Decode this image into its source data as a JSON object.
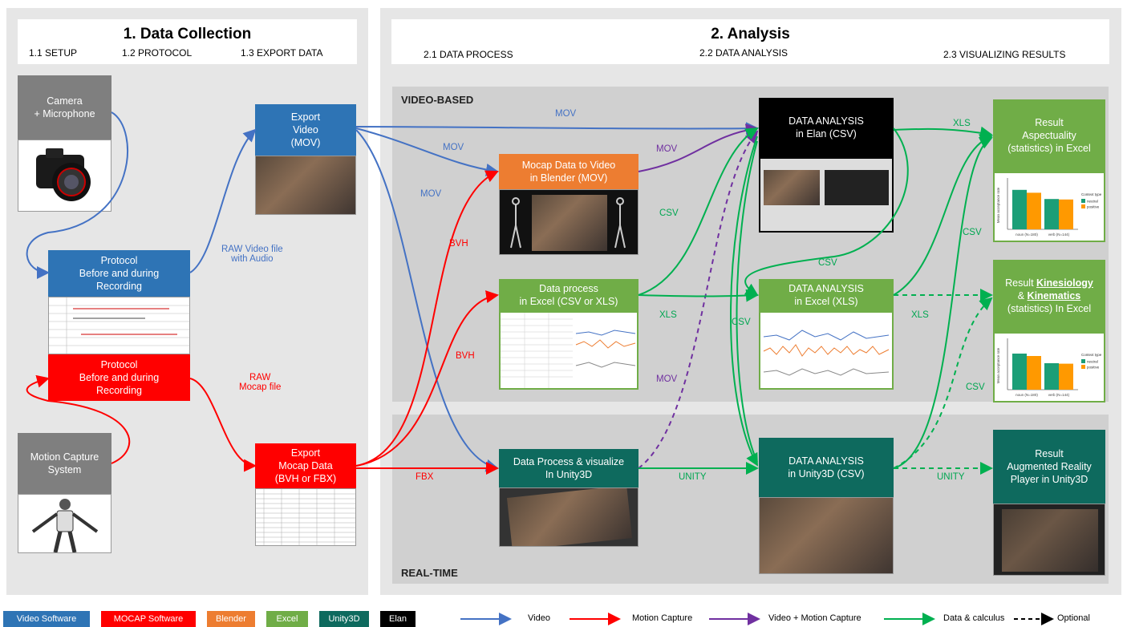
{
  "section1": {
    "title": "1. Data Collection",
    "steps": [
      "1.1 SETUP",
      "1.2 PROTOCOL",
      "1.3 EXPORT DATA"
    ]
  },
  "section2": {
    "title": "2. Analysis",
    "steps": [
      "2.1 DATA PROCESS",
      "2.2 DATA ANALYSIS",
      "2.3 VISUALIZING  RESULTS"
    ]
  },
  "zones": {
    "video": "VIDEO-BASED",
    "realtime": "REAL-TIME"
  },
  "boxes": {
    "camera": "Camera\n+ Microphone",
    "protocol_blue": "Protocol\nBefore and during\nRecording",
    "protocol_red": "Protocol\nBefore and during\nRecording",
    "mocap_system": "Motion Capture\nSystem",
    "export_video": "Export\nVideo\n(MOV)",
    "export_mocap": "Export\nMocap Data\n(BVH  or FBX)",
    "blender": "Mocap Data to Video\nin Blender (MOV)",
    "excel_process": "Data process\nin Excel (CSV or XLS)",
    "unity_process": "Data Process & visualize\nIn Unity3D",
    "elan_analysis": "DATA ANALYSIS\nin Elan (CSV)",
    "excel_analysis": "DATA ANALYSIS\nin Excel (XLS)",
    "unity_analysis": "DATA ANALYSIS\nin Unity3D (CSV)",
    "result_aspect": "Result\nAspectuality\n(statistics) in Excel",
    "result_kin_pre": "Result ",
    "result_kin_u1": "Kinesiology",
    "result_kin_mid": "& ",
    "result_kin_u2": "Kinematics",
    "result_kin_post": "(statistics) In Excel",
    "result_ar": "Result\nAugmented Reality\nPlayer in Unity3D"
  },
  "arrow_labels": {
    "raw_video": "RAW Video file\nwith Audio",
    "raw_mocap": "RAW\nMocap file",
    "mov_top": "MOV",
    "mov_1": "MOV",
    "mov_2": "MOV",
    "mov_3": "MOV",
    "mov_purple": "MOV",
    "bvh_1": "BVH",
    "bvh_2": "BVH",
    "fbx": "FBX",
    "csv_1": "CSV",
    "csv_2": "CSV",
    "csv_3": "CSV",
    "csv_4": "CSV",
    "csv_5": "CSV",
    "xls_1": "XLS",
    "xls_2": "XLS",
    "xls_3": "XLS",
    "unity_1": "UNITY",
    "unity_2": "UNITY"
  },
  "legend": {
    "categories": [
      {
        "label": "Video Software",
        "color": "#2e74b5"
      },
      {
        "label": "MOCAP Software",
        "color": "#ff0000"
      },
      {
        "label": "Blender",
        "color": "#ed7d31"
      },
      {
        "label": "Excel",
        "color": "#70ad47"
      },
      {
        "label": "Unity3D",
        "color": "#0e6a5e"
      },
      {
        "label": "Elan",
        "color": "#000000"
      }
    ],
    "arrows": [
      {
        "label": "Video",
        "color": "#4472c4"
      },
      {
        "label": "Motion Capture",
        "color": "#ff0000"
      },
      {
        "label": "Video + Motion Capture",
        "color": "#7030a0"
      },
      {
        "label": "Data & calculus",
        "color": "#00b050"
      },
      {
        "label": "Optional",
        "color": "#000000"
      }
    ]
  },
  "mini_charts": {
    "y_axis_label": "Mean acceptance rate",
    "legend_title": "Context type",
    "legend_items": [
      "neutral",
      "positive"
    ],
    "categories": [
      "noun (N=180)",
      "verb (N=144)"
    ],
    "aspectuality": {
      "neutral": [
        0.82,
        0.63
      ],
      "positive": [
        0.76,
        0.62
      ]
    },
    "kinesiology": {
      "neutral": [
        0.75,
        0.55
      ],
      "positive": [
        0.7,
        0.54
      ]
    }
  }
}
